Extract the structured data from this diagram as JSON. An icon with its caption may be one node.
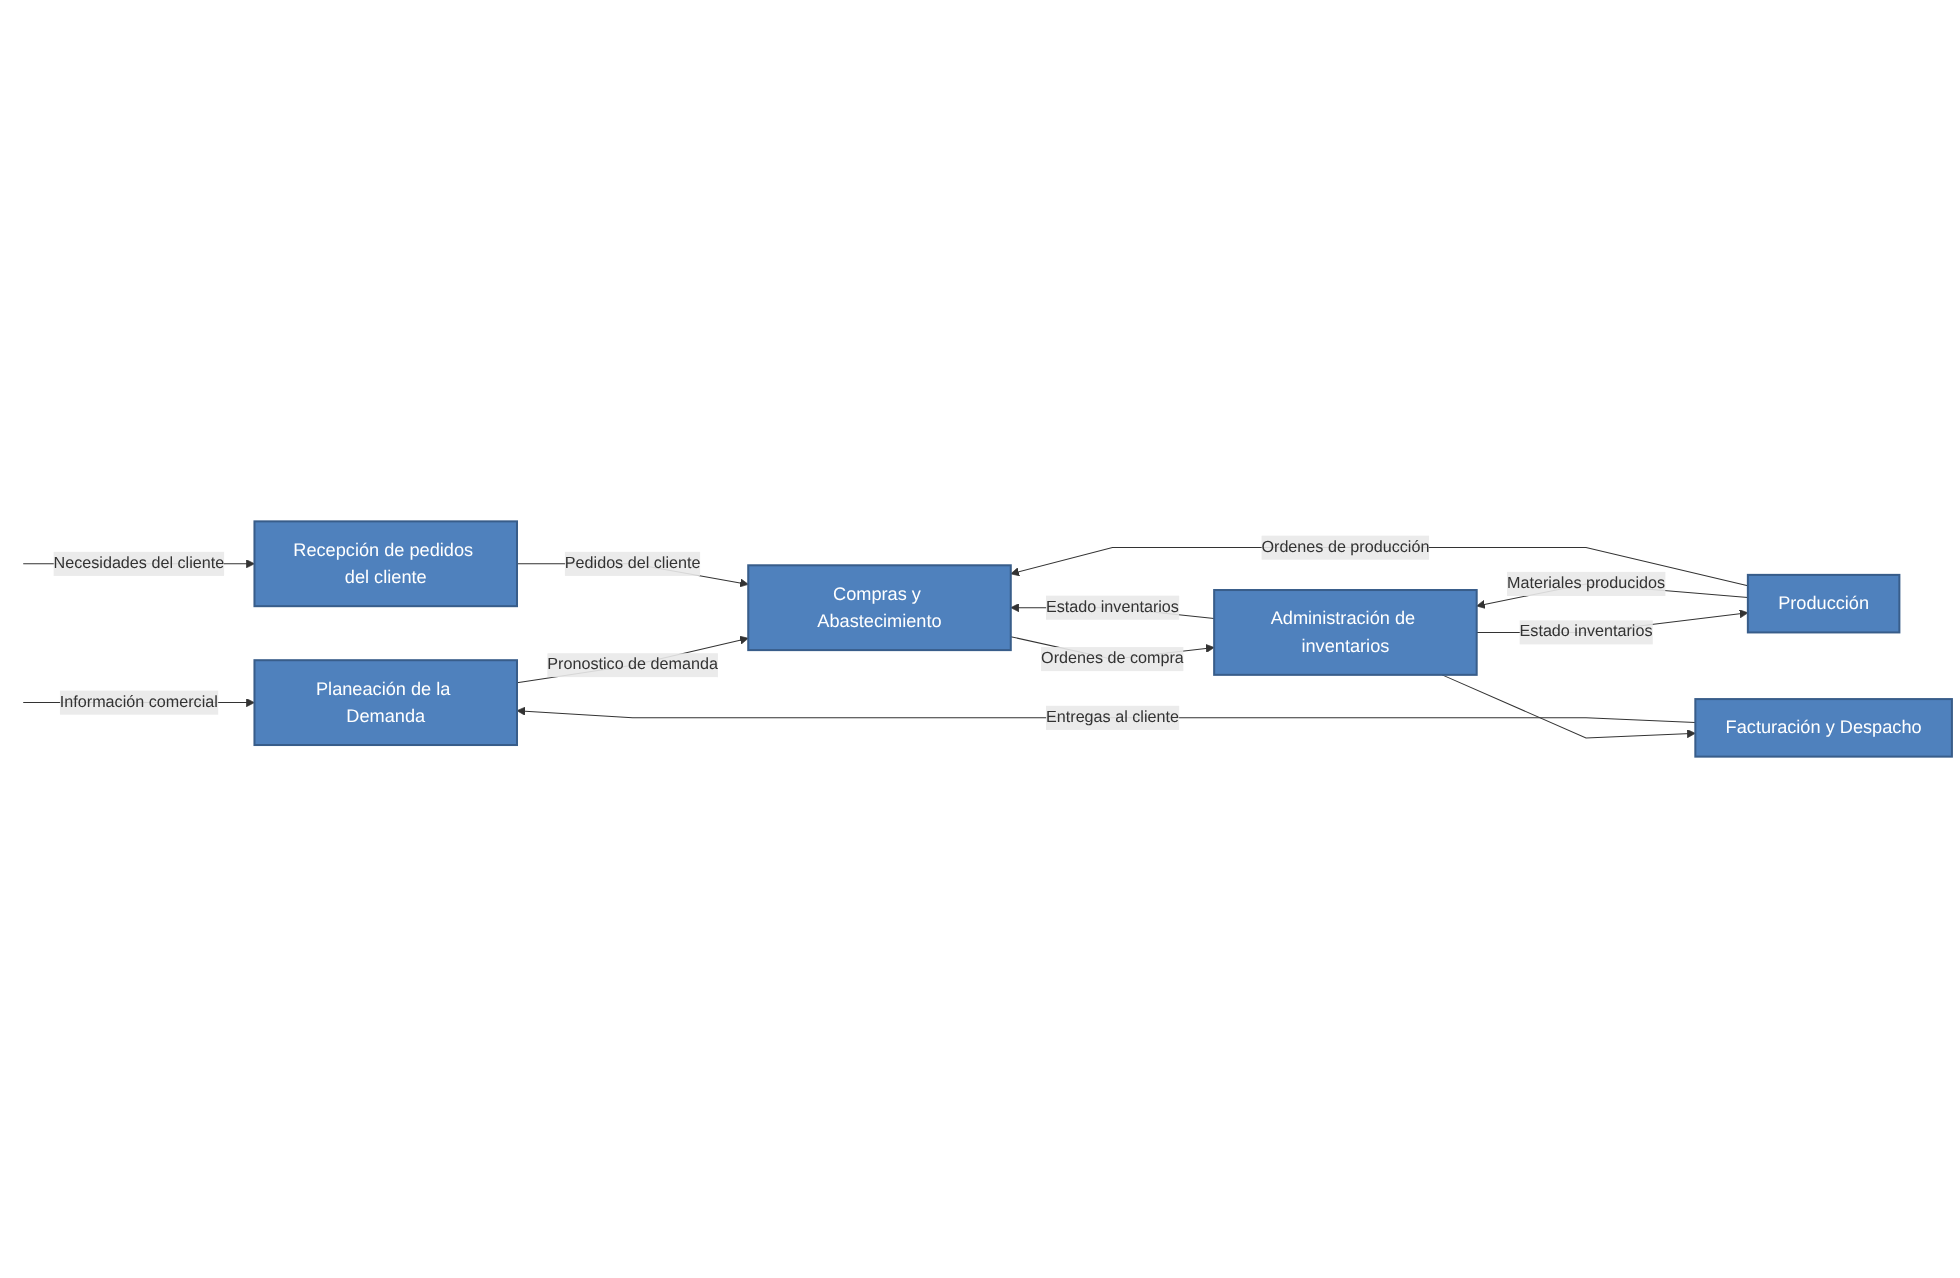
{
  "diagram": {
    "nodes": [
      {
        "text": [
          "Planeación de la Demanda"
        ]
      },
      {
        "text": [
          "Compras y Abastecimiento"
        ]
      },
      {
        "text": [
          "Recepción de pedidos del cliente"
        ]
      },
      {
        "text": [
          "Administración de inventarios"
        ]
      },
      {
        "text": [
          "Producción"
        ]
      },
      {
        "text": [
          "Facturación y Despacho"
        ]
      }
    ],
    "edges": [
      {
        "from": null,
        "to": 0,
        "arrow": "to",
        "label": "Información comercial"
      },
      {
        "from": 0,
        "to": 1,
        "arrow": "to",
        "label": "Pronostico de demanda"
      },
      {
        "from": null,
        "to": 2,
        "arrow": "to",
        "label": "Necesidades del cliente"
      },
      {
        "from": 2,
        "to": 1,
        "arrow": "to",
        "label": "Pedidos del cliente"
      },
      {
        "from": 3,
        "to": 1,
        "arrow": "to",
        "label": "Estado inventarios"
      },
      {
        "from": 1,
        "to": 3,
        "arrow": "to",
        "label": "Ordenes de compra"
      },
      {
        "from": 3,
        "to": 4,
        "arrow": "to",
        "label": "Estado inventarios"
      },
      {
        "from": 3,
        "to": 5,
        "arrow": "to"
      },
      {
        "from": 4,
        "to": 3,
        "arrow": "to",
        "label": "Materiales producidos"
      },
      {
        "from": 4,
        "to": 1,
        "arrow": "to",
        "label": "Ordenes de producción"
      },
      {
        "from": 5,
        "to": 0,
        "arrow": "to",
        "label": "Entregas al cliente"
      }
    ]
  }
}
